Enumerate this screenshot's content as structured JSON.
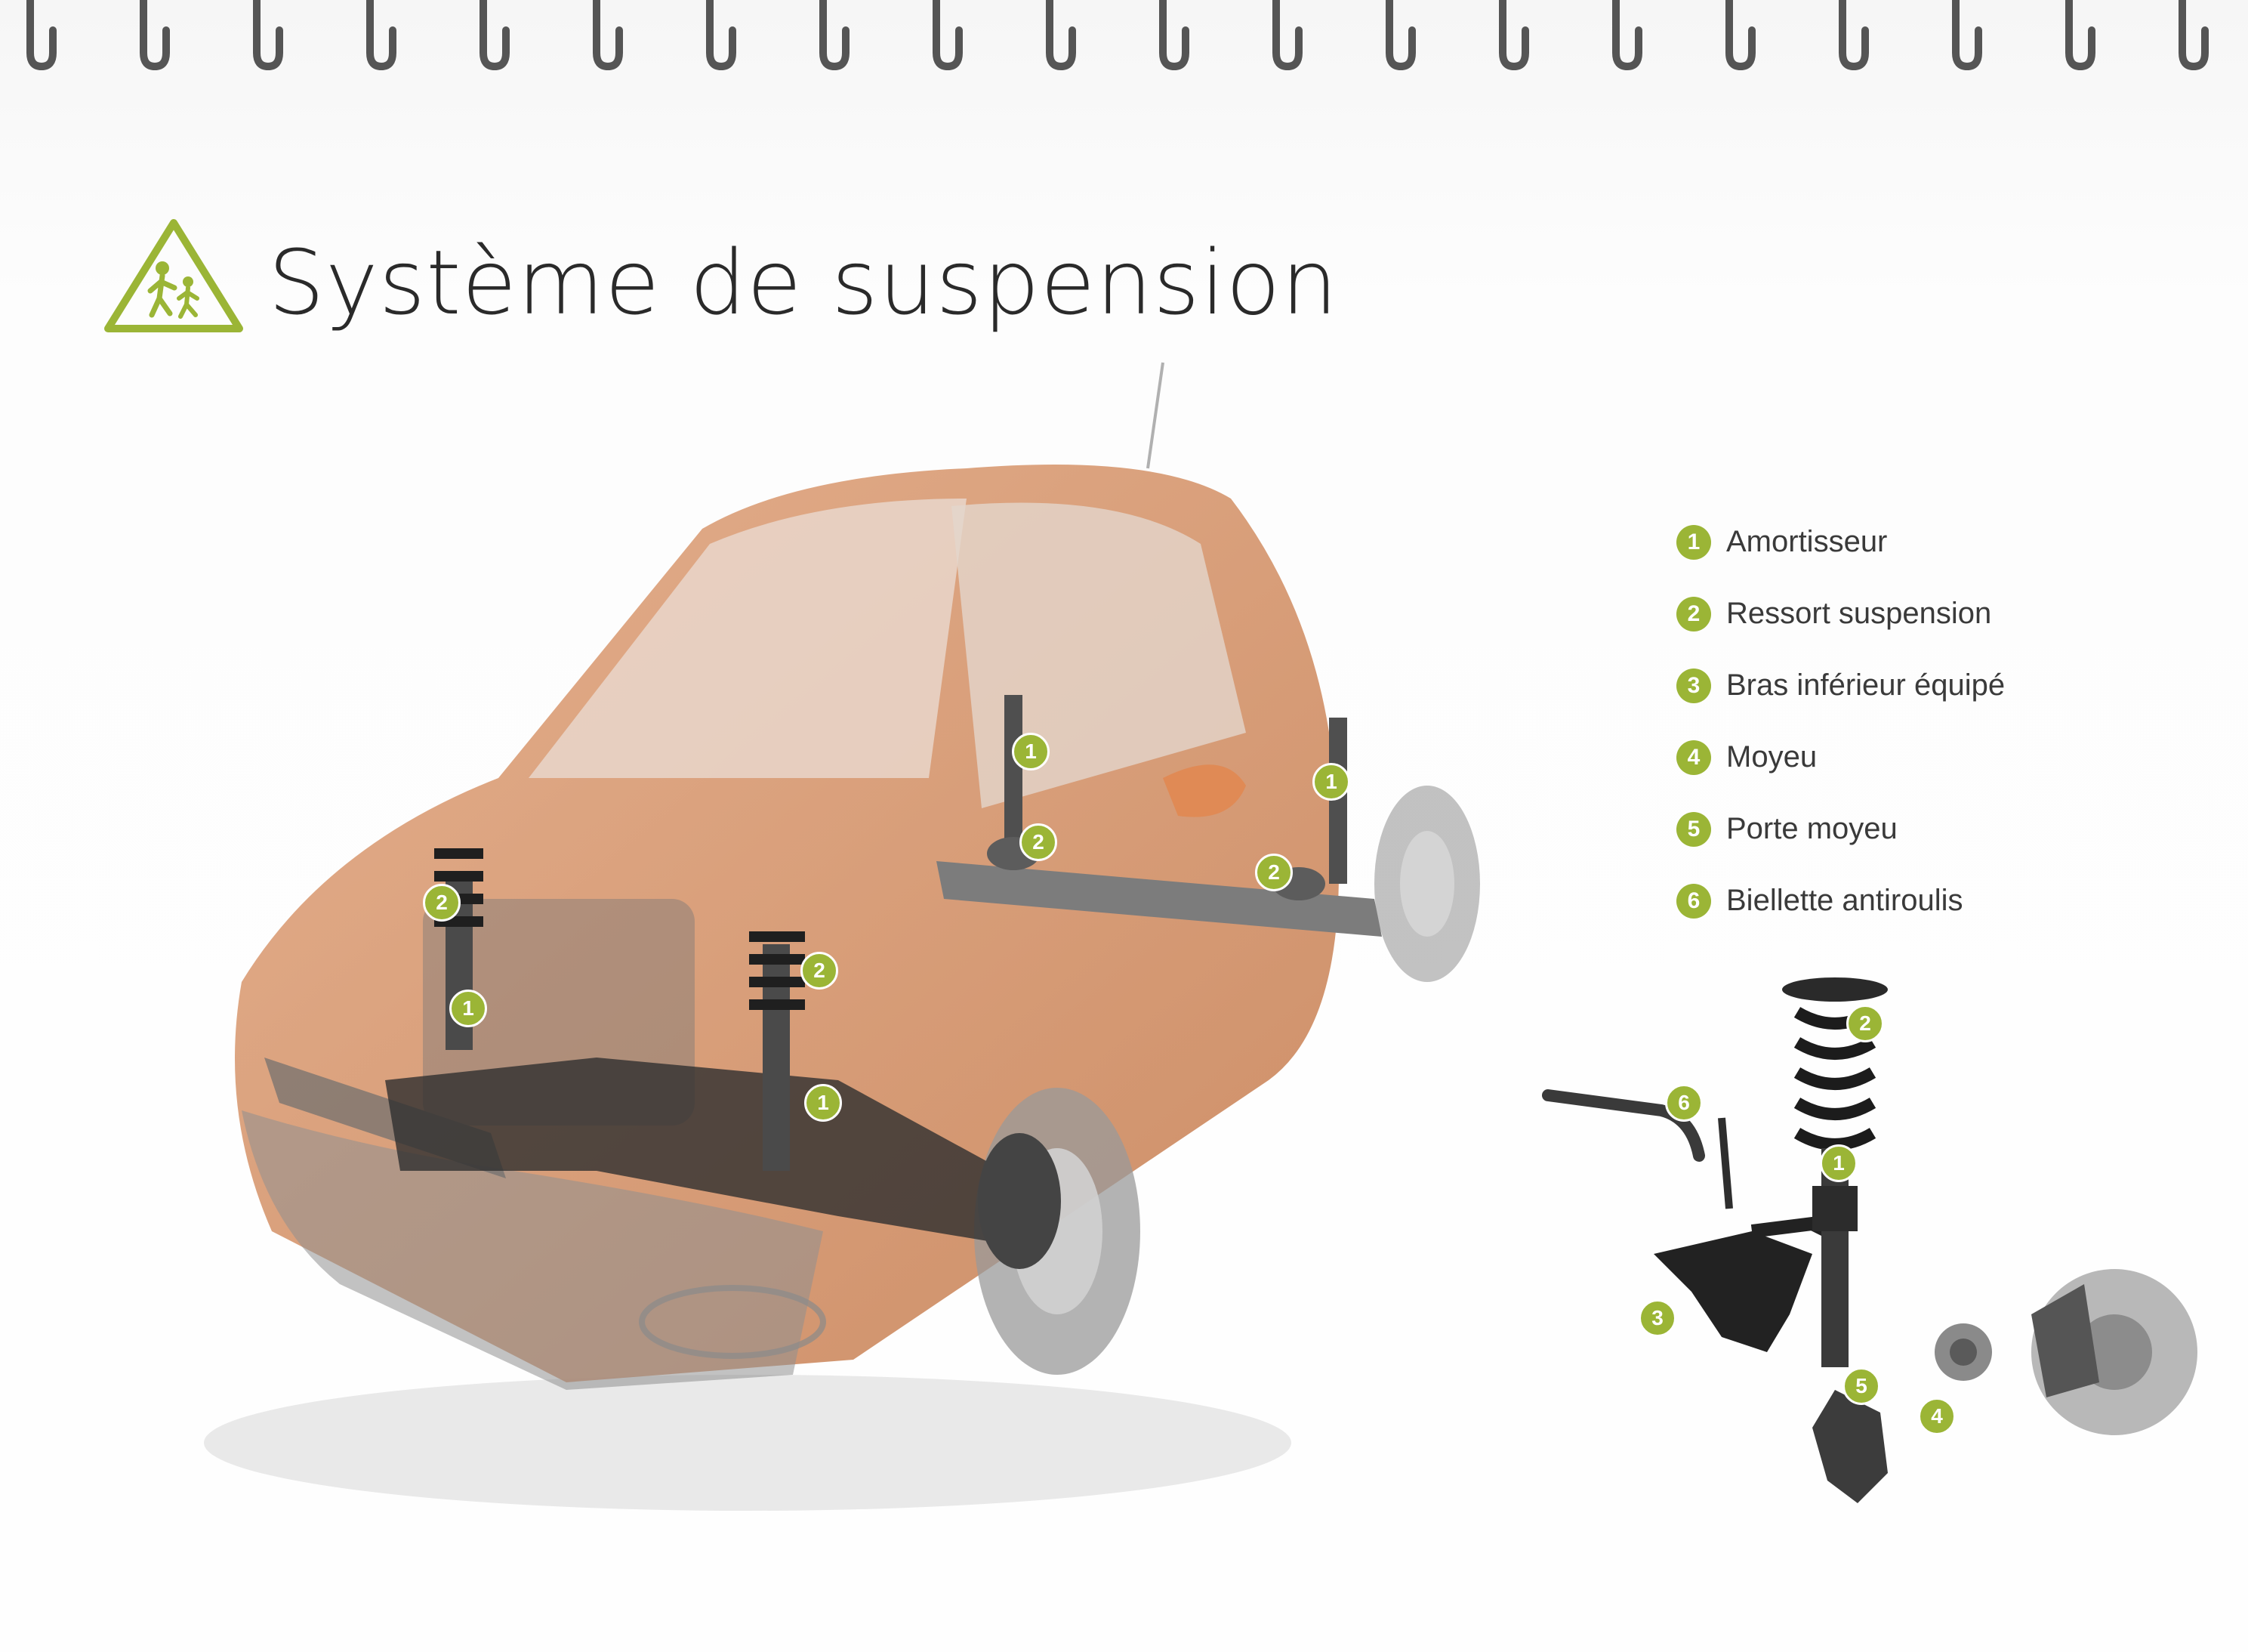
{
  "title": "Système de suspension",
  "icon": "children-crossing-warning-icon",
  "accent_color": "#9bb536",
  "legend": [
    {
      "num": "1",
      "label": "Amortisseur"
    },
    {
      "num": "2",
      "label": "Ressort suspension"
    },
    {
      "num": "3",
      "label": "Bras inférieur équipé"
    },
    {
      "num": "4",
      "label": "Moyeu"
    },
    {
      "num": "5",
      "label": "Porte moyeu"
    },
    {
      "num": "6",
      "label": "Biellette antiroulis"
    }
  ],
  "car_callouts": [
    "1",
    "2",
    "1",
    "2",
    "1",
    "2",
    "2",
    "1"
  ],
  "exploded_callouts": [
    "2",
    "1",
    "6",
    "3",
    "5",
    "4"
  ]
}
